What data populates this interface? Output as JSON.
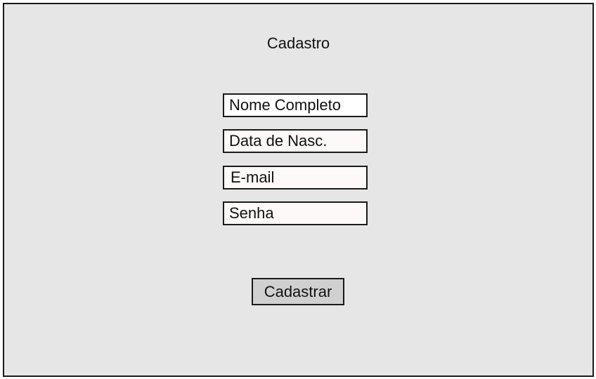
{
  "form": {
    "title": "Cadastro",
    "fields": [
      {
        "placeholder": "Nome Completo",
        "value": ""
      },
      {
        "placeholder": "Data de Nasc.",
        "value": ""
      },
      {
        "placeholder": "E-mail",
        "value": ""
      },
      {
        "placeholder": "Senha",
        "value": ""
      }
    ],
    "submit_label": "Cadastrar"
  },
  "colors": {
    "background": "#e6e6e6",
    "border": "#1a1a1a",
    "field_background": "#fdf9f8",
    "button_background": "#d0d0d0"
  }
}
